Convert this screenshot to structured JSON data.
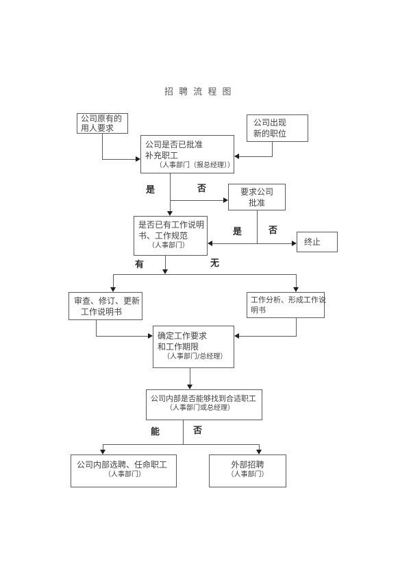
{
  "title": "招 聘 流 程 图",
  "nodes": {
    "existing_need": {
      "line1": "公司原有的",
      "line2": "用人要求"
    },
    "new_position": {
      "line1": "公司出现",
      "line2": "新的职位"
    },
    "approved": {
      "line1": "公司是否已批准",
      "line2": "补充职工",
      "note": "（人事部门（报总经理））"
    },
    "request_approval": {
      "line1": "要求公司",
      "line2": "批准"
    },
    "has_description": {
      "line1": "是否已有工作说明",
      "line2": "书、工作规范",
      "note": "（人事部门）"
    },
    "terminate": {
      "line1": "终止"
    },
    "review_update": {
      "line1": "审查、修订、更新",
      "line2": "工作说明书"
    },
    "job_analysis": {
      "line1": "工作分析、形成工作说",
      "line2": "明书"
    },
    "determine_req": {
      "line1": "确定工作要求",
      "line2": "和工作期限",
      "note": "（人事部门/总经理）"
    },
    "internal_search": {
      "line1": "公司内部是否能够找到合适职工",
      "note": "（人事部门或总经理）"
    },
    "internal_hire": {
      "line1": "公司内部选聘、任命职工",
      "note": "（人事部门）"
    },
    "external_hire": {
      "line1": "外部招聘",
      "note": "（人事部门）"
    }
  },
  "branch_labels": {
    "approved_yes": "是",
    "approved_no": "否",
    "desc_yes": "是",
    "desc_no": "否",
    "have": "有",
    "none": "无",
    "can": "能",
    "cannot": "否"
  },
  "colors": {
    "line": "#5a5a5a",
    "text": "#3f3f3f",
    "arrow": "#1f1f1f",
    "background": "#ffffff"
  }
}
